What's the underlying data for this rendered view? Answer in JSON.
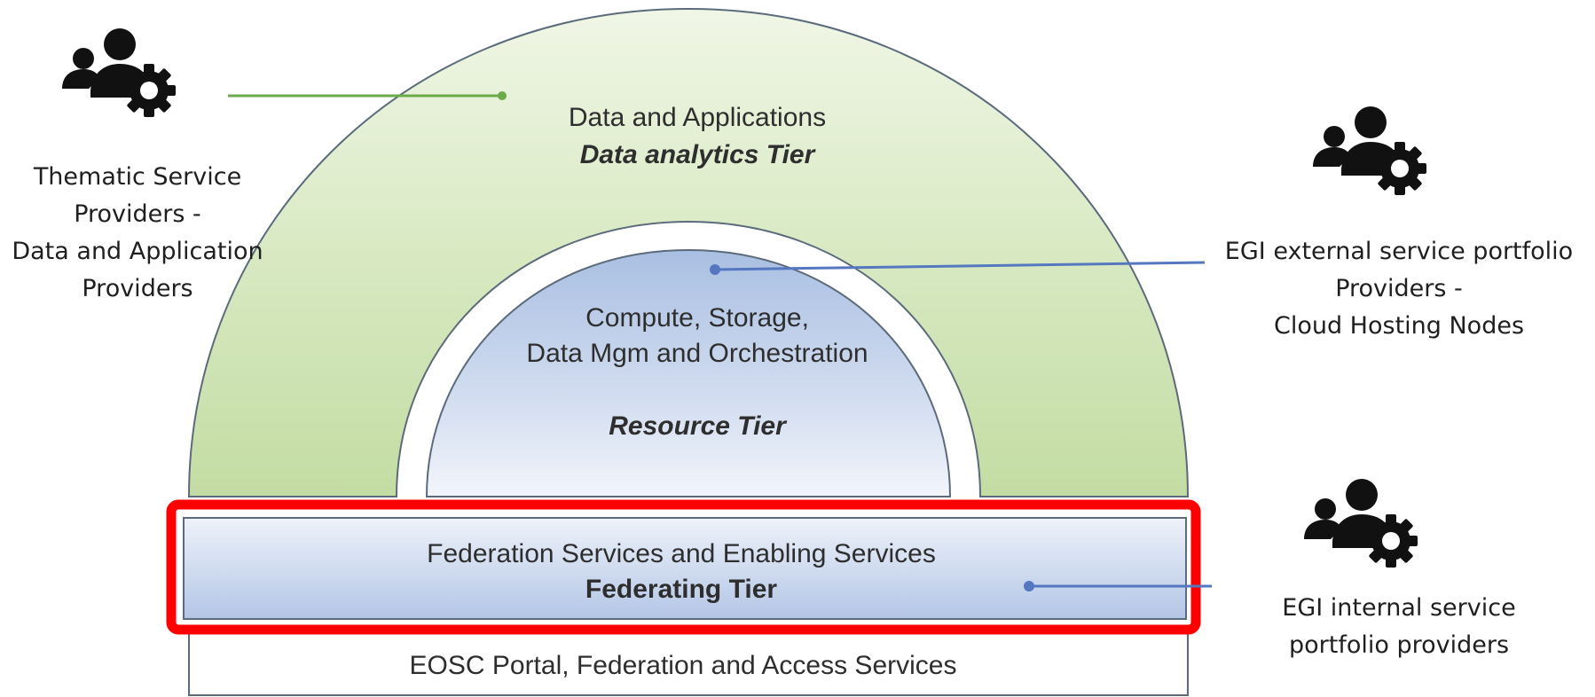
{
  "tiers": {
    "data_analytics": {
      "line1": "Data and Applications",
      "line2": "Data analytics Tier"
    },
    "resource": {
      "line1": "Compute, Storage,",
      "line2": "Data Mgm and Orchestration",
      "line3": "Resource Tier"
    },
    "federating": {
      "line1": "Federation Services and Enabling Services",
      "line2": "Federating Tier",
      "highlighted": true,
      "highlight_color": "#ff0000"
    },
    "eosc": {
      "label": "EOSC Portal, Federation and Access Services"
    }
  },
  "providers": {
    "thematic": {
      "icon": "users-gear-icon",
      "lines": [
        "Thematic Service",
        "Providers -",
        "Data and Application",
        "Providers"
      ]
    },
    "external": {
      "icon": "users-gear-icon",
      "lines": [
        "EGI external service portfolio",
        "Providers -",
        "Cloud Hosting Nodes"
      ]
    },
    "internal": {
      "icon": "users-gear-icon",
      "lines": [
        "EGI internal service",
        "portfolio providers"
      ]
    }
  },
  "colors": {
    "green_arc": "#c9dfae",
    "blue_tier": "#b9cbe6",
    "connector_green": "#6aaa48",
    "connector_blue": "#5577c0",
    "highlight": "#ff0000"
  }
}
